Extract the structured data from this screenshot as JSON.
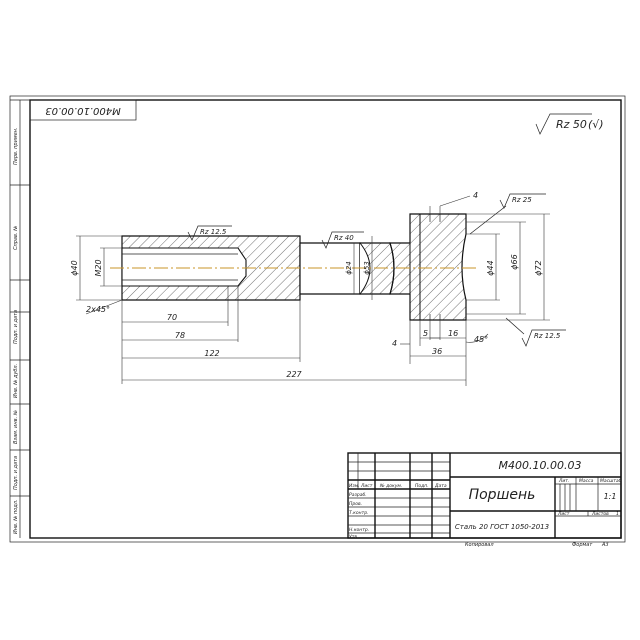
{
  "drawing": {
    "mirror_code": "М400.10.00.03",
    "surface_default": "Rz 50",
    "surface_default_symbol": "(√)"
  },
  "side_strip": {
    "labels": [
      "Перв. примен.",
      "Справ. №",
      "Подп. и дата",
      "Инв. № дубл.",
      "Взам. инв. №",
      "Подп. и дата",
      "Инв. № подл."
    ]
  },
  "dimensions": {
    "d40": "ϕ40",
    "m20": "M20",
    "chamfer": "2x45°",
    "l70": "70",
    "l78": "78",
    "l122": "122",
    "l227": "227",
    "d24": "ϕ24",
    "d53": "ϕ53",
    "d44": "ϕ44",
    "d66": "ϕ66",
    "d72": "ϕ72",
    "w4_top": "4",
    "w4_bottom": "4",
    "w5": "5",
    "w16": "16",
    "w36": "36",
    "angle45": "45°"
  },
  "roughness": {
    "r1": "Rz 12.5",
    "r2": "Rz 40",
    "r3": "Rz 25",
    "r4": "Rz 12.5"
  },
  "title_block": {
    "designation": "М400.10.00.03",
    "part_name": "Поршень",
    "material": "Сталь 20  ГОСТ 1050-2013",
    "col_lit": "Лит.",
    "col_mass": "Масса",
    "col_scale": "Масштаб",
    "scale_value": "1:1",
    "sheet_label": "Лист",
    "sheets_label": "Листов",
    "sheets_value": "1",
    "row_headers": [
      "Изм.",
      "Лист",
      "№ докум.",
      "Подп.",
      "Дата"
    ],
    "roles": [
      "Разраб.",
      "Пров.",
      "Т.контр.",
      "",
      "Н.контр.",
      "Утв."
    ],
    "copied_label": "Копировал",
    "format_label": "Формат",
    "format_value": "A3"
  }
}
